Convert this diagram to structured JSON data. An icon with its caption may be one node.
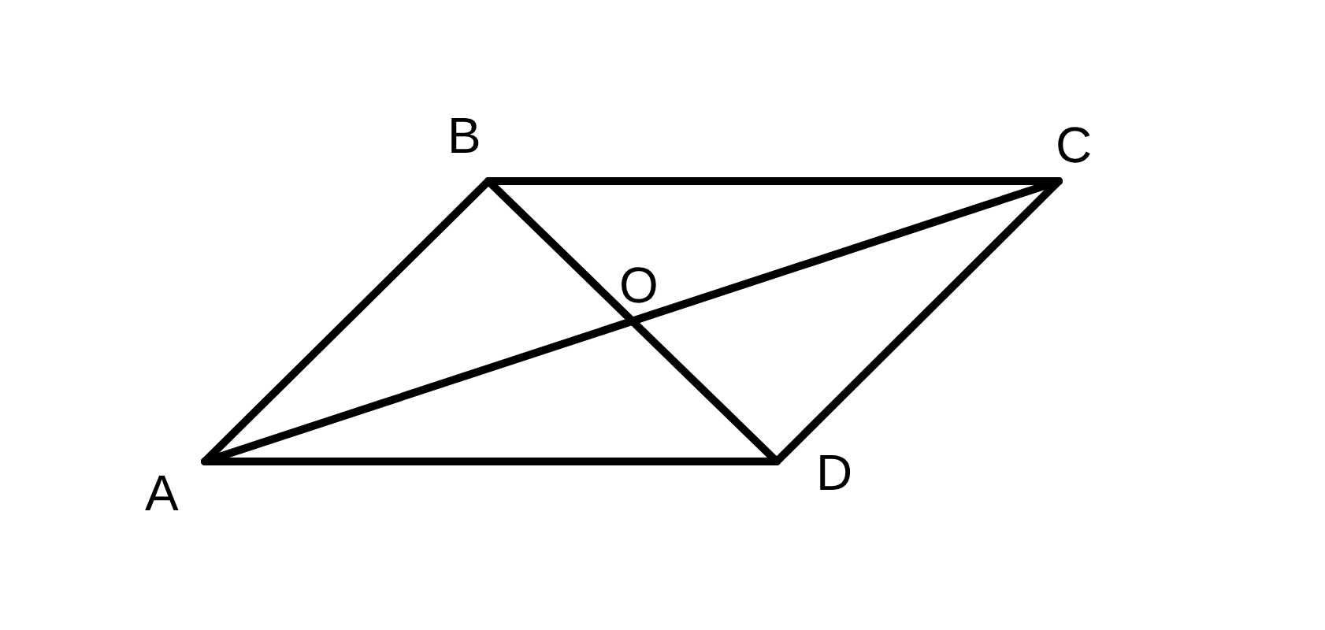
{
  "diagram": {
    "nodes": [
      {
        "text": [
          "A"
        ]
      },
      {
        "text": [
          "B"
        ]
      },
      {
        "text": [
          "C"
        ]
      },
      {
        "text": [
          "D"
        ]
      }
    ],
    "edges": [
      {
        "from": 0,
        "to": 1,
        "arrow": "none"
      },
      {
        "from": 1,
        "to": 2,
        "arrow": "none"
      },
      {
        "from": 2,
        "to": 3,
        "arrow": "none"
      },
      {
        "from": 3,
        "to": 0,
        "arrow": "none"
      },
      {
        "from": 0,
        "to": 2,
        "arrow": "none"
      },
      {
        "from": 1,
        "to": 3,
        "arrow": "none"
      }
    ],
    "labels": [
      "O"
    ]
  }
}
